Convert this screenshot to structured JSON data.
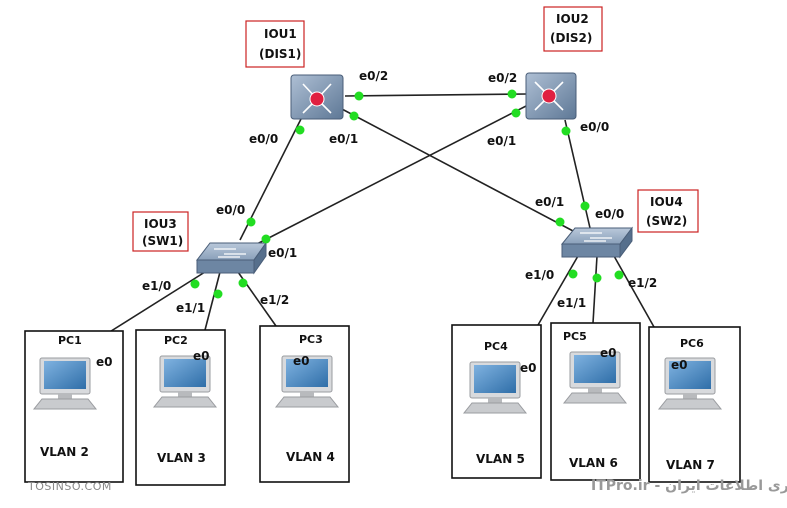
{
  "devices": [
    {
      "id": "iou1",
      "name": "IOU1",
      "role": "(DIS1)",
      "type": "multilayer-switch"
    },
    {
      "id": "iou2",
      "name": "IOU2",
      "role": "(DIS2)",
      "type": "multilayer-switch"
    },
    {
      "id": "iou3",
      "name": "IOU3",
      "role": "(SW1)",
      "type": "switch"
    },
    {
      "id": "iou4",
      "name": "IOU4",
      "role": "(SW2)",
      "type": "switch"
    }
  ],
  "ports": {
    "iou1_e0_2": "e0/2",
    "iou2_e0_2": "e0/2",
    "iou1_e0_0": "e0/0",
    "iou1_e0_1": "e0/1",
    "iou2_e0_1": "e0/1",
    "iou2_e0_0": "e0/0",
    "iou3_e0_0": "e0/0",
    "iou3_e0_1": "e0/1",
    "iou4_e0_1": "e0/1",
    "iou4_e0_0": "e0/0",
    "iou3_e1_0": "e1/0",
    "iou3_e1_1": "e1/1",
    "iou3_e1_2": "e1/2",
    "iou4_e1_0": "e1/0",
    "iou4_e1_1": "e1/1",
    "iou4_e1_2": "e1/2"
  },
  "pcs": [
    {
      "name": "PC1",
      "port": "e0",
      "vlan": "VLAN 2"
    },
    {
      "name": "PC2",
      "port": "e0",
      "vlan": "VLAN 3"
    },
    {
      "name": "PC3",
      "port": "e0",
      "vlan": "VLAN 4"
    },
    {
      "name": "PC4",
      "port": "e0",
      "vlan": "VLAN 5"
    },
    {
      "name": "PC5",
      "port": "e0",
      "vlan": "VLAN 6"
    },
    {
      "name": "PC6",
      "port": "e0",
      "vlan": "VLAN 7"
    }
  ],
  "watermark": {
    "left": "TOSINSO.COM",
    "right": "وب سایت تخصصی فناوری اطلاعات ایران - ITPro.ir"
  },
  "colors": {
    "link": "#222222",
    "port_dot": "#22dd22",
    "label_border": "#cc2222",
    "device_body": "#7f96b2",
    "router_core": "#e02040"
  }
}
